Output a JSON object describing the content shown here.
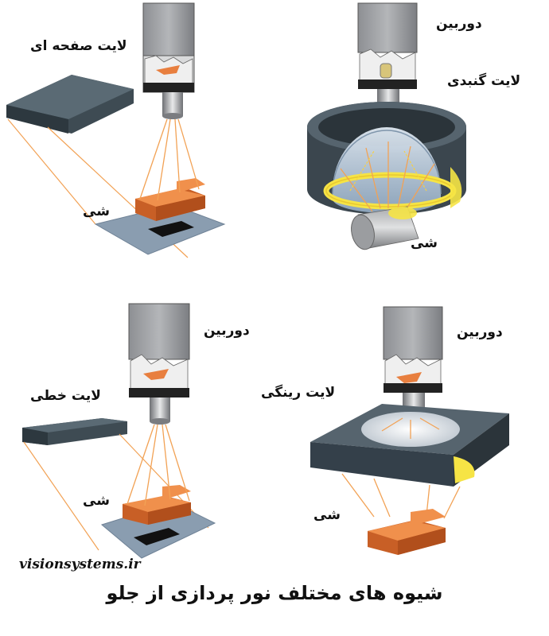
{
  "panels": {
    "flat": {
      "light_label": "لایت صفحه ای",
      "object_label": "شی"
    },
    "dome": {
      "camera_label": "دوربین",
      "light_label": "لایت گنبدی",
      "object_label": "شی"
    },
    "line": {
      "camera_label": "دوربین",
      "light_label": "لایت خطی",
      "object_label": "شی"
    },
    "ring": {
      "camera_label": "دوربین",
      "light_label": "لایت رینگی",
      "object_label": "شی"
    }
  },
  "watermark": "visionsystems.ir",
  "caption": "شیوه های مختلف نور پردازی از جلو",
  "colors": {
    "camera_body": "#9a9b9e",
    "light_panel": "#3e4b53",
    "object_orange": "#e07a3b",
    "light_ray": "#f2a255",
    "glow_yellow": "#f6e445",
    "stage_blue": "#8a9db0"
  }
}
